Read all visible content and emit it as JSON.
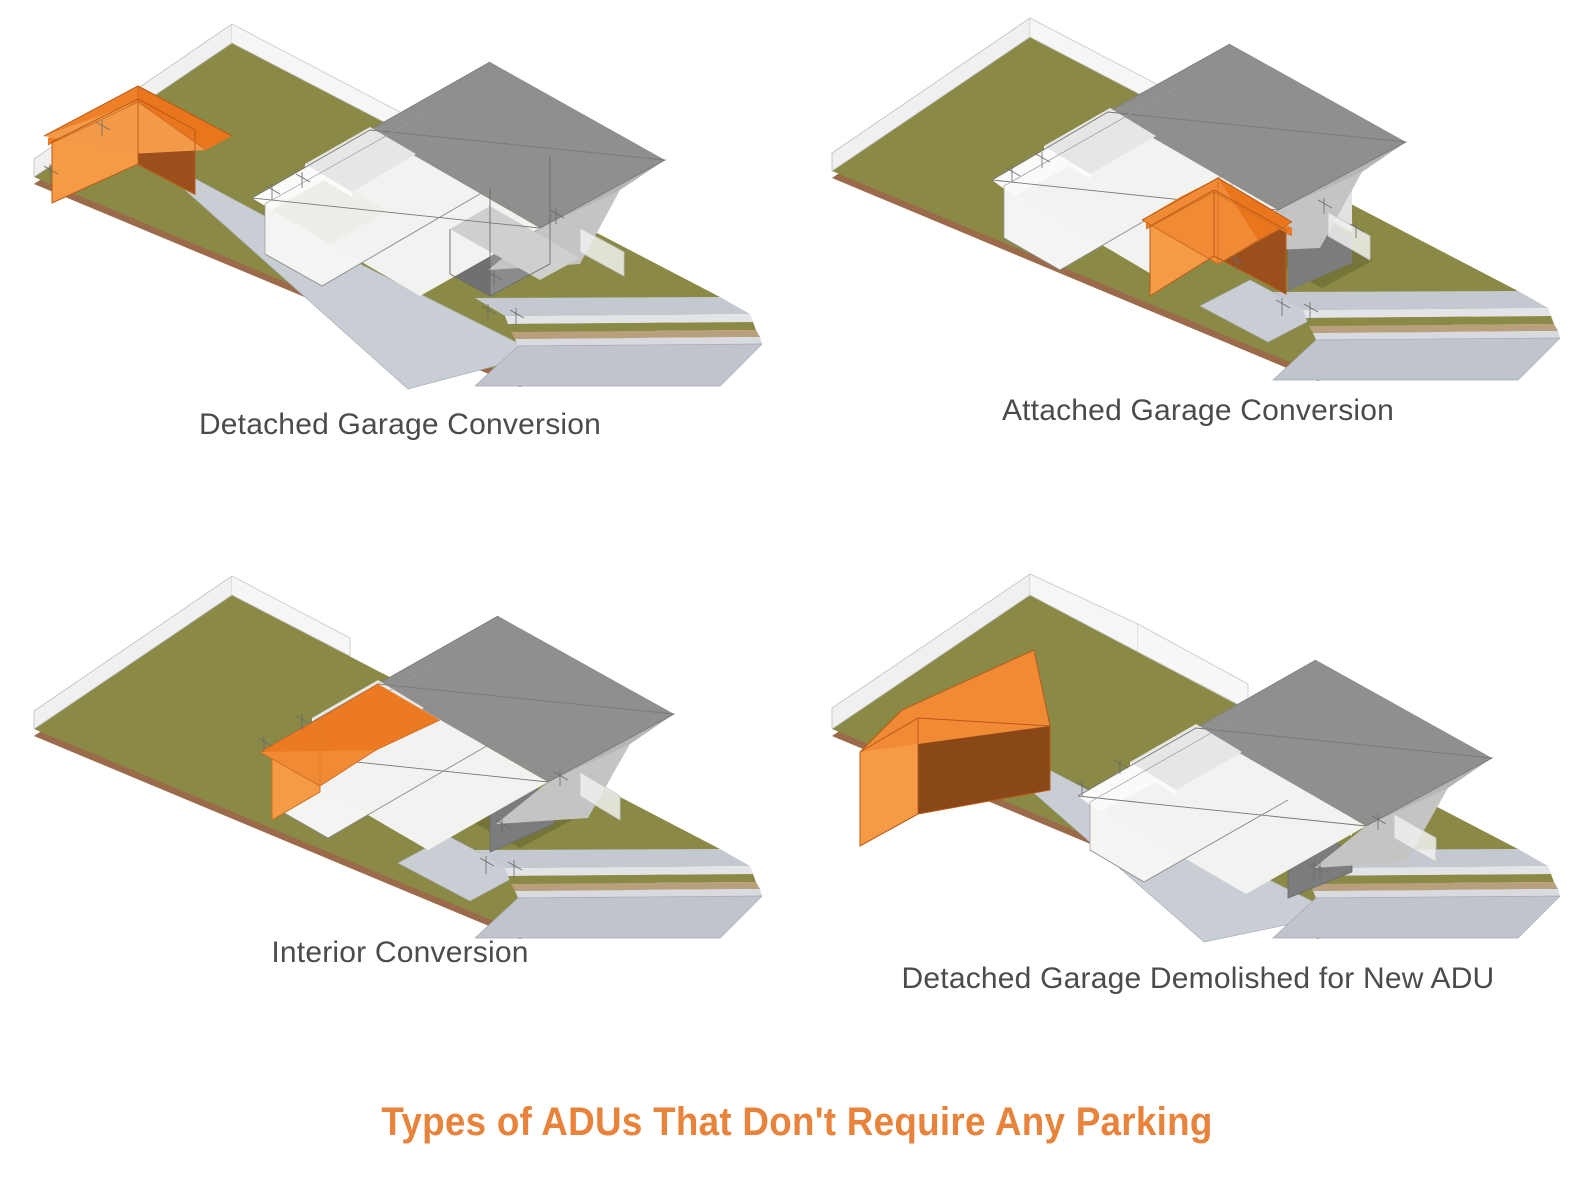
{
  "page": {
    "background_color": "#ffffff",
    "footer_title": "Types of ADUs That Don't Require Any Parking",
    "footer_title_color": "#e8833c",
    "caption_color": "#4b4b4d"
  },
  "palette": {
    "adu_orange_roof_light": "#f08a34",
    "adu_orange_roof_mid": "#ec7a22",
    "adu_orange_wall_light": "#f59a45",
    "adu_orange_wall_dark": "#9a4f1c",
    "adu_orange_outline": "#b85a18",
    "house_roof_white": "#f2f2f0",
    "house_roof_light": "#dcdcda",
    "house_roof_mid": "#c4c4c2",
    "house_roof_dark": "#8f8f8d",
    "house_wall_white": "#f4f4f2",
    "house_wall_shadow": "#6f7072",
    "grass": "#8a8a46",
    "grass_shadow": "#5f5f2e",
    "driveway": "#c9cdd4",
    "sidewalk": "#c4c8d0",
    "street": "#c0c5cd",
    "curb": "#e2e4e8",
    "lot_edge": "#9b6a4a",
    "fence": "#e6e6e6",
    "fence_line": "#b5b5b5",
    "line": "#6a6a6a"
  },
  "panels": [
    {
      "id": "panel-1",
      "caption": "Detached Garage Conversion",
      "adu_location": "rear-detached-garage",
      "adu_roof_type": "hip",
      "has_driveway": true,
      "house_highlighted": false
    },
    {
      "id": "panel-2",
      "caption": "Attached Garage Conversion",
      "adu_location": "front-attached-garage",
      "adu_roof_type": "hip",
      "has_driveway": true,
      "house_highlighted": false
    },
    {
      "id": "panel-3",
      "caption": "Interior Conversion",
      "adu_location": "rear-interior-portion-of-house",
      "adu_roof_type": "gable-section",
      "has_driveway": true,
      "house_highlighted": true
    },
    {
      "id": "panel-4",
      "caption": "Detached Garage Demolished for New ADU",
      "adu_location": "rear-new-two-story-structure",
      "adu_roof_type": "gable",
      "has_driveway": true,
      "house_highlighted": false
    }
  ],
  "icons": {
    "lot": "lot-icon",
    "house": "house-icon",
    "adu": "adu-icon",
    "driveway": "driveway-icon",
    "street": "street-icon",
    "sidewalk": "sidewalk-icon",
    "fence": "fence-icon"
  }
}
